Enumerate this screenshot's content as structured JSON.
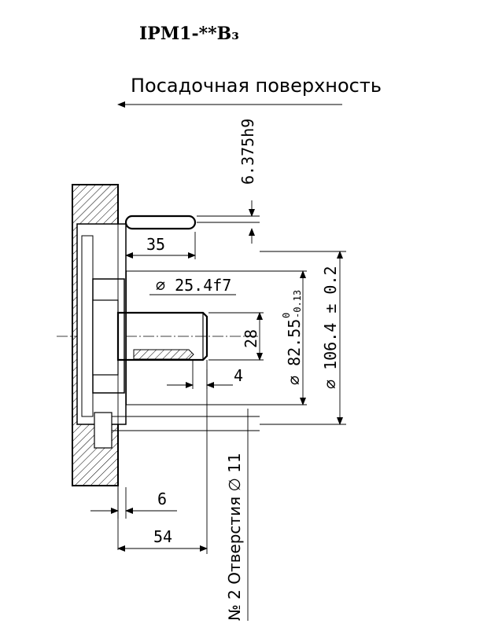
{
  "model": "IPM1-**B₃",
  "mounting_surface_label": "Посадочная поверхность",
  "dimensions": {
    "key_height": "6.375h9",
    "key_length": "35",
    "shaft_diameter": "∅ 25.4f7",
    "key_depth": "28",
    "pilot_diameter": "∅ 82.55",
    "pilot_tol_upper": "0",
    "pilot_tol_lower": "-0.13",
    "bolt_circle": "∅ 106.4 ± 0.2",
    "chamfer": "4",
    "flange_thickness": "6",
    "shaft_length": "54",
    "holes_note": "№ 2 Отверстия ∅ 11"
  }
}
